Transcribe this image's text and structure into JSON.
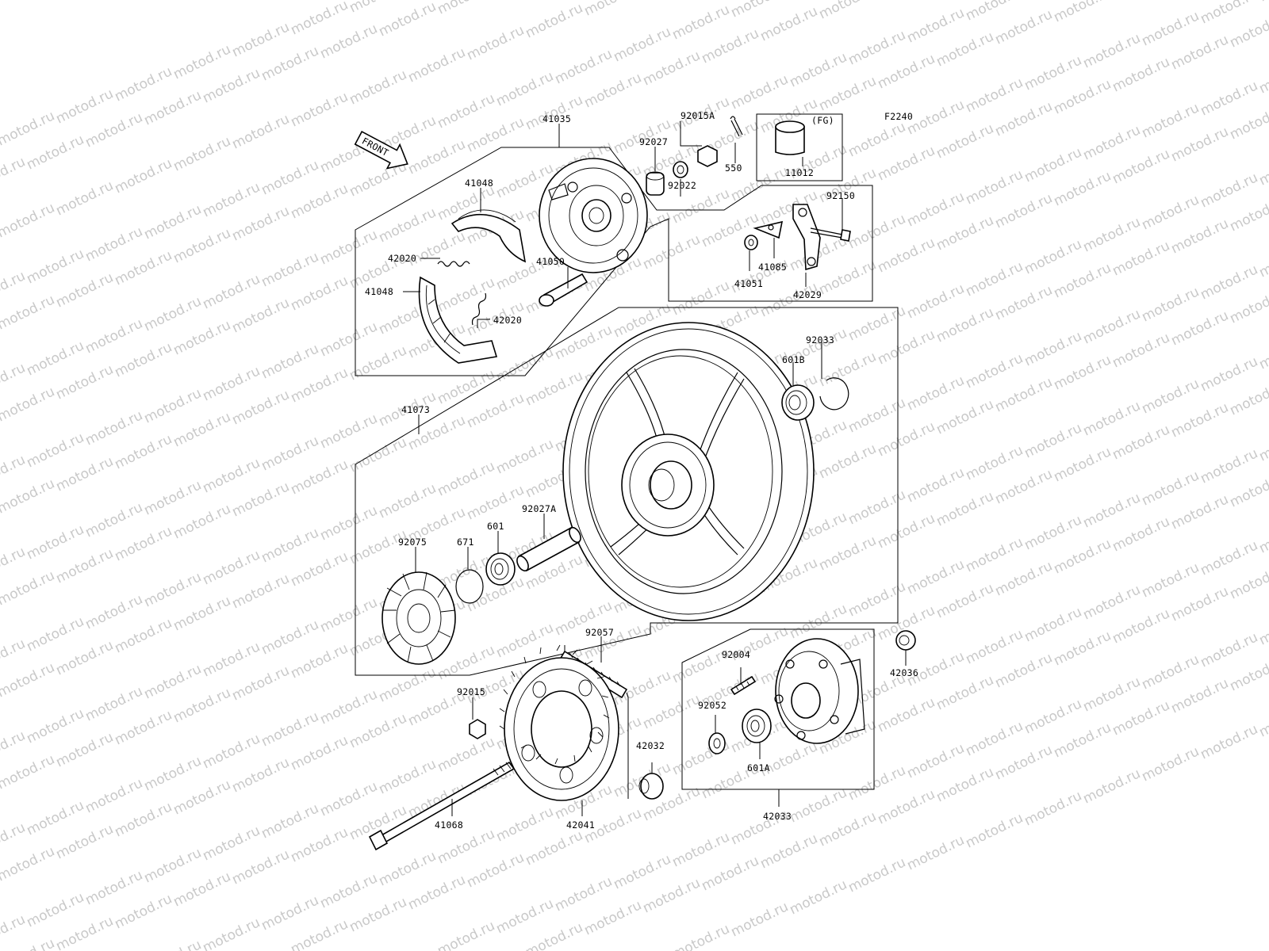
{
  "watermark": "motod.ru",
  "figure_code": "F2240",
  "front_label": "FRONT",
  "fg_label": "(FG)",
  "parts": {
    "p41035": "41035",
    "p92015A": "92015A",
    "p92027": "92027",
    "p550": "550",
    "p11012": "11012",
    "p92022": "92022",
    "p41048_top": "41048",
    "p42020_top": "42020",
    "p41050": "41050",
    "p41048_bottom": "41048",
    "p42020_bottom": "42020",
    "p92150": "92150",
    "p41085": "41085",
    "p41051": "41051",
    "p42029": "42029",
    "p92033": "92033",
    "p601B": "601B",
    "p41073": "41073",
    "p92027A": "92027A",
    "p601": "601",
    "p671": "671",
    "p92075": "92075",
    "p92057": "92057",
    "p92004": "92004",
    "p42036": "42036",
    "p92015": "92015",
    "p92052": "92052",
    "p601A": "601A",
    "p42032": "42032",
    "p41068": "41068",
    "p42041": "42041",
    "p42033": "42033"
  }
}
